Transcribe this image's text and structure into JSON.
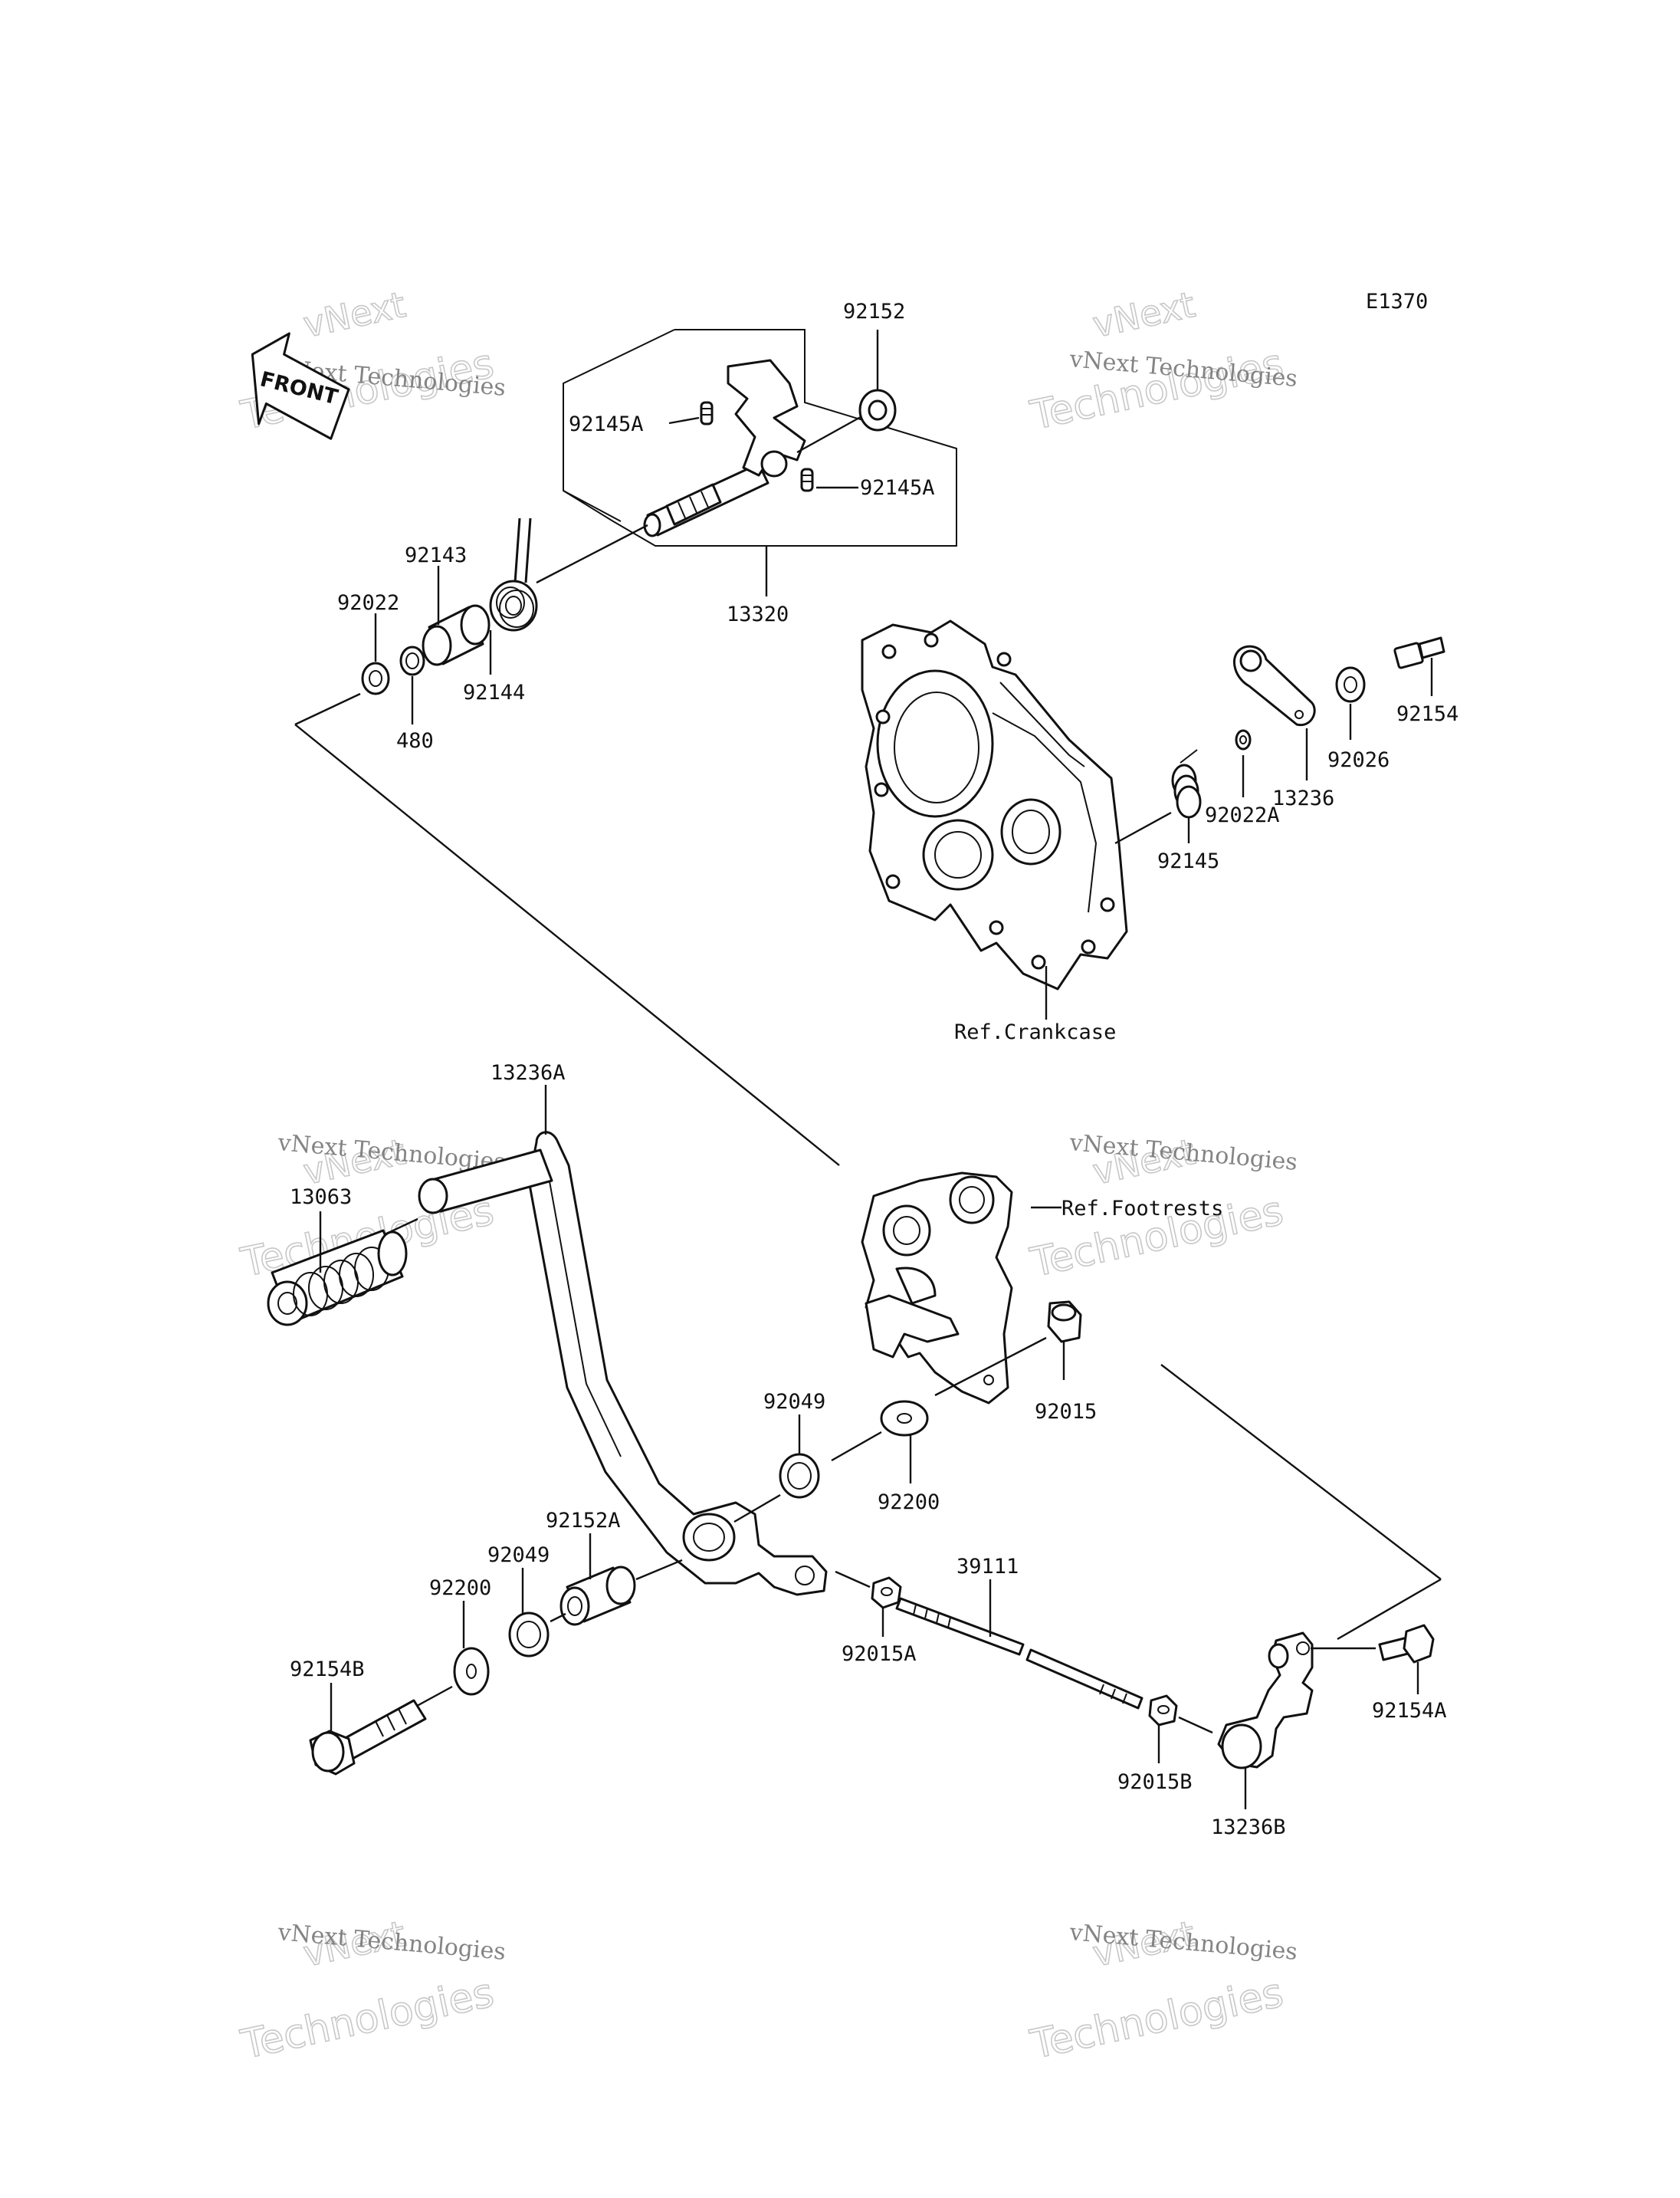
{
  "diagram_code": "E1370",
  "front_arrow": "FRONT",
  "watermark": {
    "line1": "vNext Technologies",
    "line2": "Technologies",
    "line3": "vNext"
  },
  "labels": {
    "p92152": "92152",
    "p92145A_top": "92145A",
    "p92145A_right": "92145A",
    "p13320": "13320",
    "p92143": "92143",
    "p92022": "92022",
    "p92144": "92144",
    "p480": "480",
    "p92154": "92154",
    "p92026": "92026",
    "p13236": "13236",
    "p92022A": "92022A",
    "p92145": "92145",
    "ref_crankcase": "Ref.Crankcase",
    "p13236A": "13236A",
    "p13063": "13063",
    "ref_footrests": "Ref.Footrests",
    "p92015": "92015",
    "p92049_top": "92049",
    "p92200_right": "92200",
    "p92152A": "92152A",
    "p92049_left": "92049",
    "p92200_left": "92200",
    "p39111": "39111",
    "p92154B": "92154B",
    "p92015A": "92015A",
    "p92154A": "92154A",
    "p92015B": "92015B",
    "p13236B": "13236B"
  }
}
